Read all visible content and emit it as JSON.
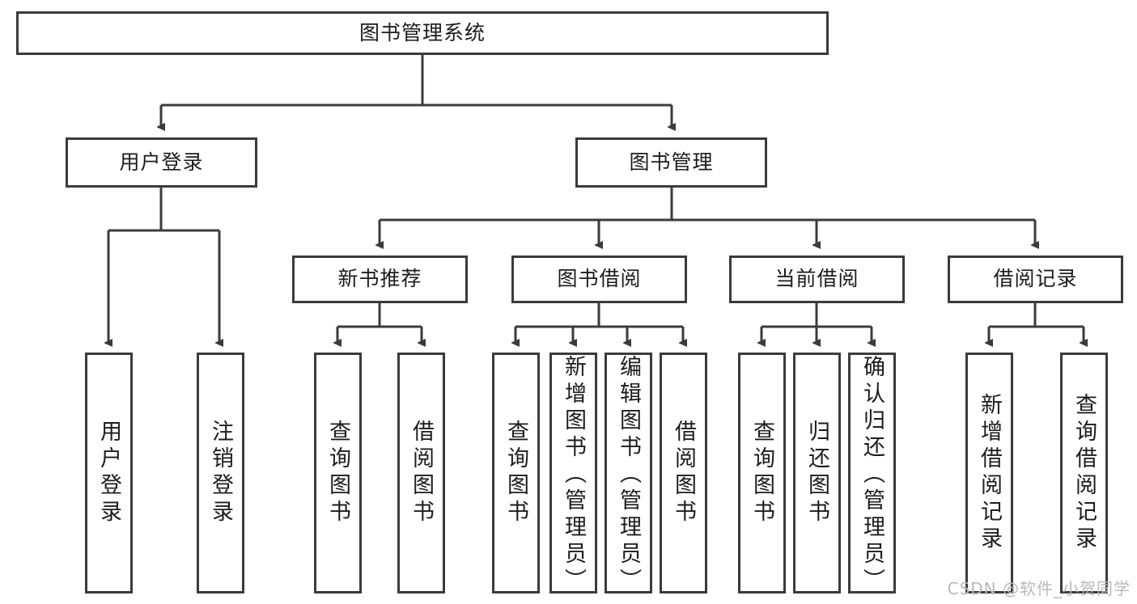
{
  "diagram": {
    "title": "图书管理系统",
    "watermark": "CSDN @软件_小贺同学",
    "colors": {
      "box_border": "#3b3b3b",
      "box_fill": "#ffffff",
      "connector": "#3b3b3b",
      "text": "#1c1c1c",
      "watermark": "#b9b9b9"
    },
    "root": {
      "label": "图书管理系统"
    },
    "level2": [
      {
        "label": "用户登录"
      },
      {
        "label": "图书管理"
      }
    ],
    "level3": [
      {
        "label": "新书推荐"
      },
      {
        "label": "图书借阅"
      },
      {
        "label": "当前借阅"
      },
      {
        "label": "借阅记录"
      }
    ],
    "leaves": {
      "user_login": [
        {
          "label": "用户登录"
        },
        {
          "label": "注销登录"
        }
      ],
      "new_book_recommend": [
        {
          "label": "查询图书"
        },
        {
          "label": "借阅图书"
        }
      ],
      "book_borrow": [
        {
          "label": "查询图书"
        },
        {
          "label": "新增图书（管理员）"
        },
        {
          "label": "编辑图书（管理员）"
        },
        {
          "label": "借阅图书"
        }
      ],
      "current_borrow": [
        {
          "label": "查询图书"
        },
        {
          "label": "归还图书"
        },
        {
          "label": "确认归还（管理员）"
        }
      ],
      "borrow_record": [
        {
          "label": "新增借阅记录"
        },
        {
          "label": "查询借阅记录"
        }
      ]
    }
  }
}
